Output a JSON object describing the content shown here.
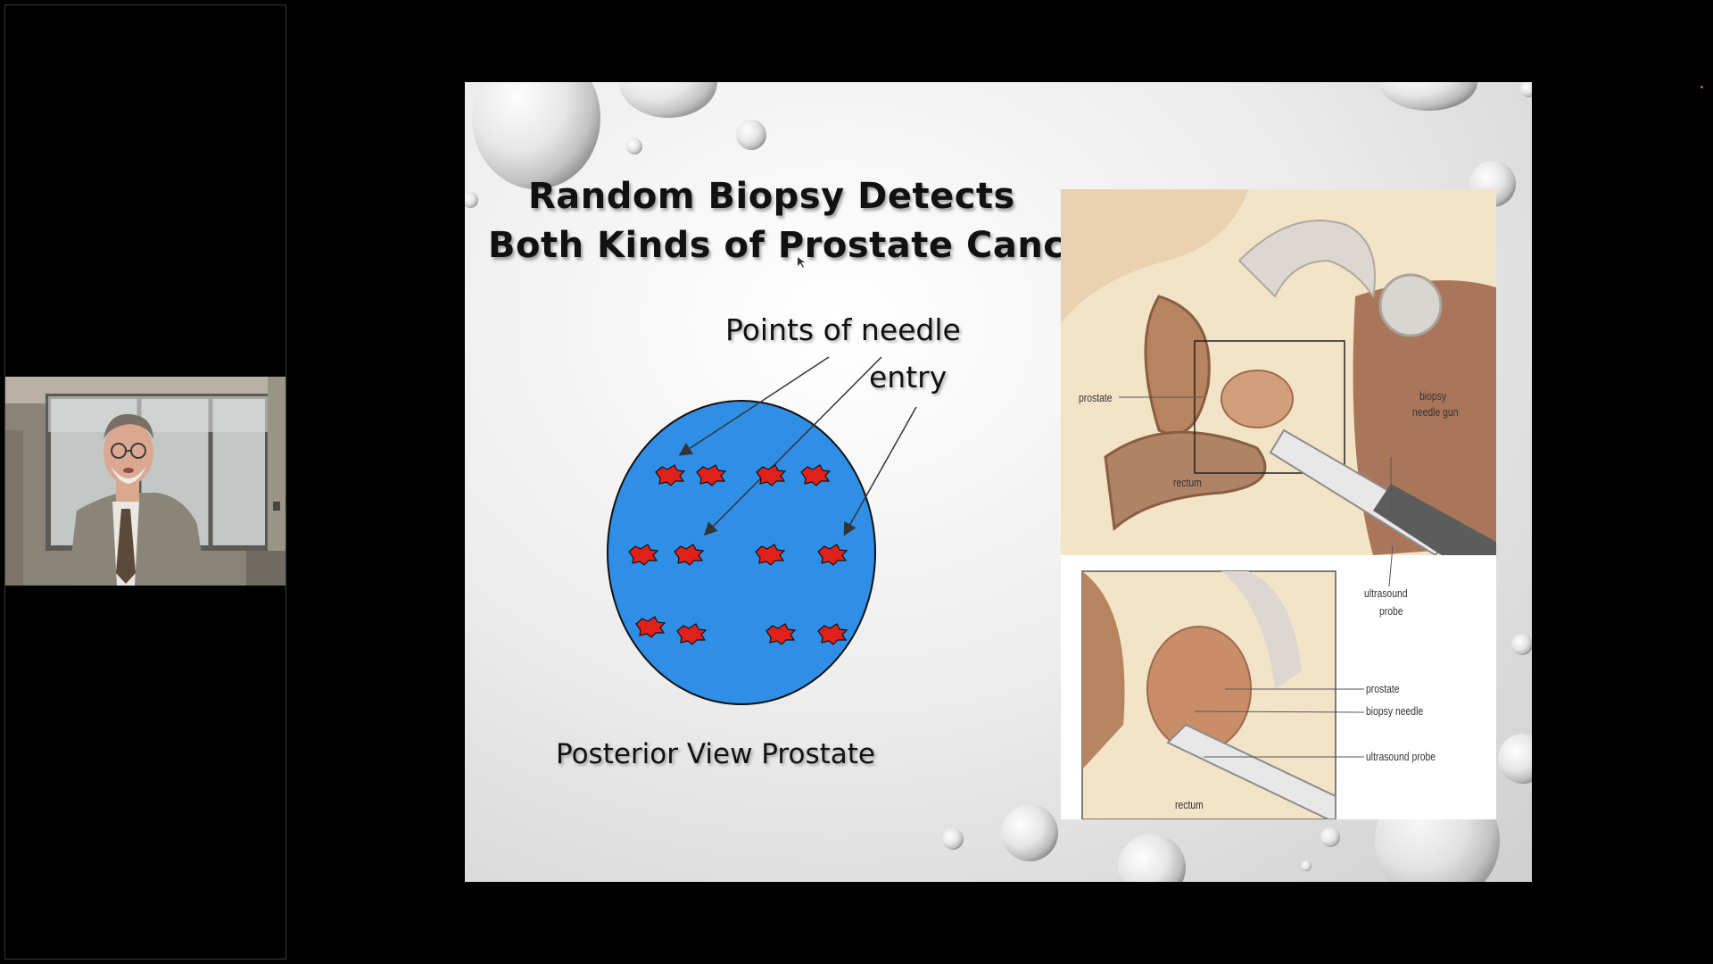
{
  "slide": {
    "title_line1": "Random Biopsy Detects",
    "title_line2": "Both Kinds of Prostate Cancer",
    "points_label_line1": "Points of needle",
    "points_label_line2": "entry",
    "caption": "Posterior View Prostate",
    "anatomy_labels": {
      "prostate_top": "prostate",
      "biopsy_gun_line1": "biopsy",
      "biopsy_gun_line2": "needle gun",
      "rectum_top": "rectum",
      "ultrasound_line1": "ultrasound",
      "ultrasound_line2": "probe",
      "prostate_bottom": "prostate",
      "biopsy_needle": "biopsy needle",
      "ultrasound_probe": "ultrasound probe",
      "rectum_bottom": "rectum"
    }
  },
  "colors": {
    "prostate_fill": "#2f8fe6",
    "needle_points": "#e0201a",
    "background": "#000000"
  }
}
